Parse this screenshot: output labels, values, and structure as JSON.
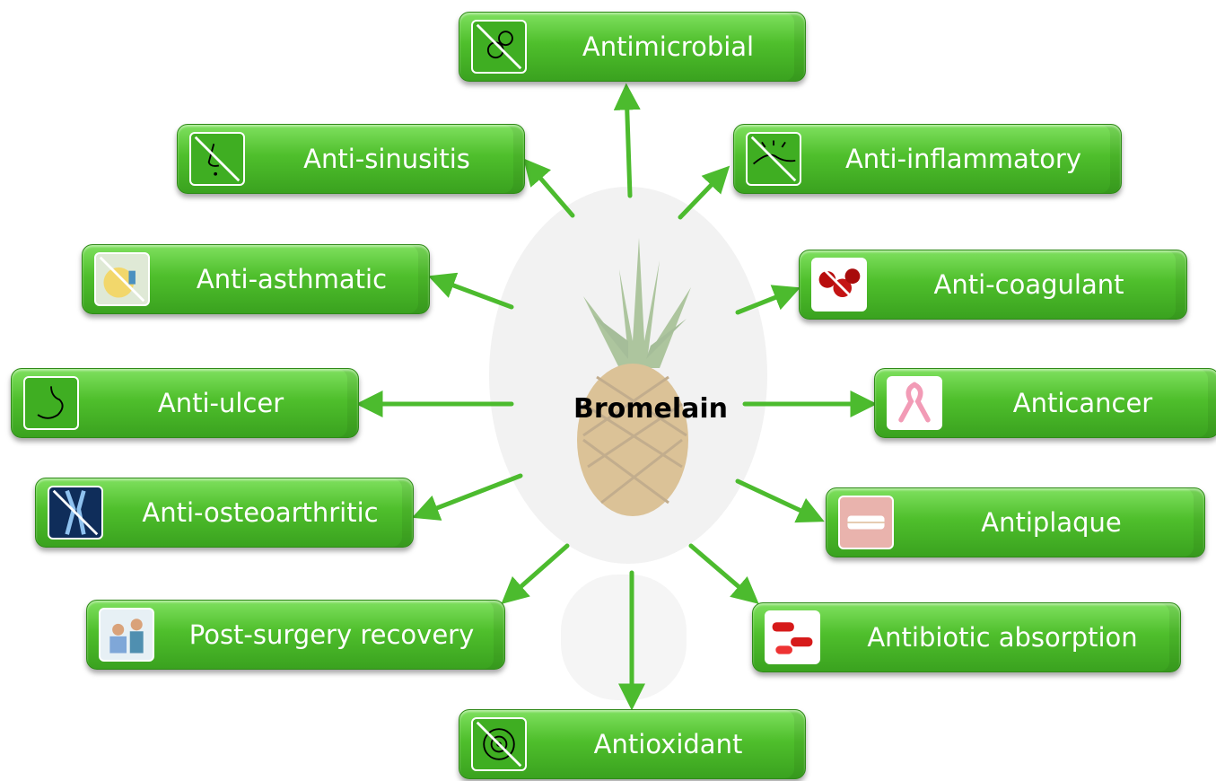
{
  "center": {
    "label": "Bromelain"
  },
  "colors": {
    "box_top": "#7fe05f",
    "box_bottom": "#3aa21f",
    "arrow": "#4cbb2e",
    "text": "#ffffff"
  },
  "effects": [
    {
      "id": "antimicrobial",
      "label": "Antimicrobial",
      "icon": "bacteria-crossed-icon"
    },
    {
      "id": "anti-sinusitis",
      "label": "Anti-sinusitis",
      "icon": "nose-crossed-icon"
    },
    {
      "id": "anti-inflammatory",
      "label": "Anti-inflammatory",
      "icon": "inflammation-crossed-icon"
    },
    {
      "id": "anti-asthmatic",
      "label": "Anti-asthmatic",
      "icon": "inhaler-crossed-icon"
    },
    {
      "id": "anti-coagulant",
      "label": "Anti-coagulant",
      "icon": "blood-cells-crossed-icon"
    },
    {
      "id": "anti-ulcer",
      "label": "Anti-ulcer",
      "icon": "stomach-icon"
    },
    {
      "id": "anticancer",
      "label": "Anticancer",
      "icon": "pink-ribbon-icon"
    },
    {
      "id": "anti-osteoarthritic",
      "label": "Anti-osteoarthritic",
      "icon": "knee-xray-crossed-icon"
    },
    {
      "id": "antiplaque",
      "label": "Antiplaque",
      "icon": "teeth-icon"
    },
    {
      "id": "post-surgery-recovery",
      "label": "Post-surgery recovery",
      "icon": "doctor-patient-icon"
    },
    {
      "id": "antibiotic-absorption",
      "label": "Antibiotic absorption",
      "icon": "capsules-icon"
    },
    {
      "id": "antioxidant",
      "label": "Antioxidant",
      "icon": "molecule-crossed-icon"
    }
  ]
}
